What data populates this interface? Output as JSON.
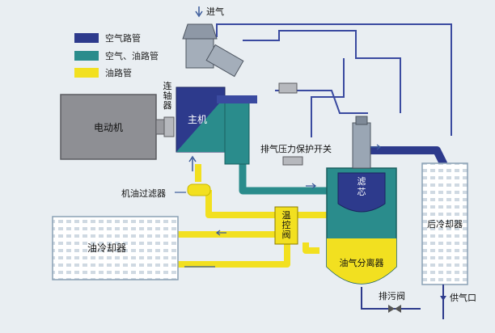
{
  "colors": {
    "air_pipe": "#2d3a8c",
    "air_oil_pipe": "#2a8c8c",
    "oil_pipe": "#f2e020",
    "background": "#e9eef2"
  },
  "legend": {
    "air": "空气路管",
    "air_oil": "空气、油路管",
    "oil": "油路管"
  },
  "labels": {
    "intake": "进气",
    "motor": "电动机",
    "coupling": "连\n轴\n器",
    "main_unit": "主机",
    "pressure_switch": "排气压力保护开关",
    "oil_filter": "机油过滤器",
    "filter_core": "滤\n芯",
    "thermo_valve": "温\n控\n阀",
    "oil_cooler": "油冷却器",
    "after_cooler": "后冷却器",
    "separator": "油气分离器",
    "drain_valve": "排污阀",
    "outlet": "供气口"
  }
}
